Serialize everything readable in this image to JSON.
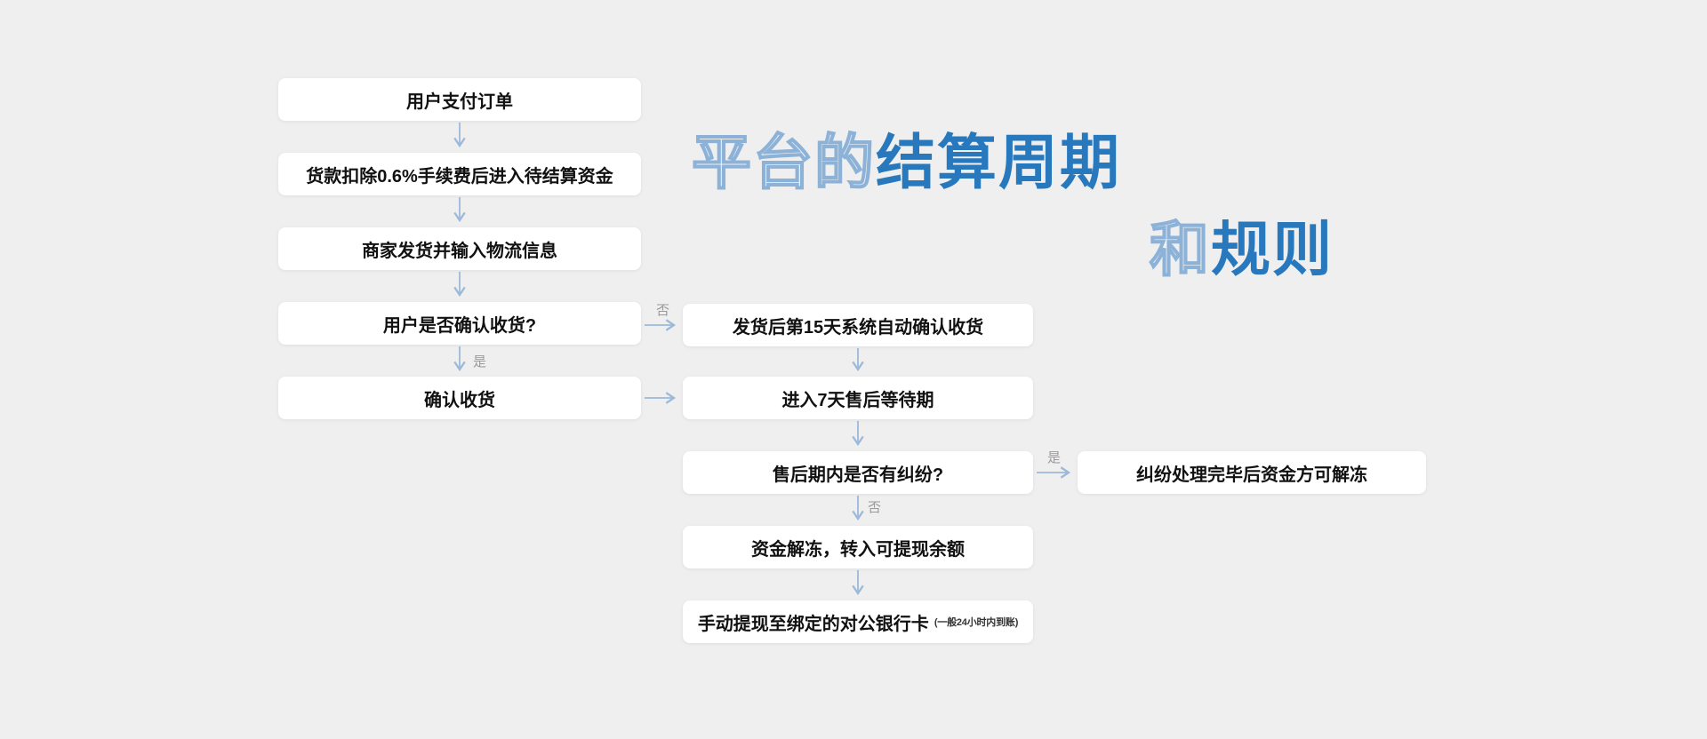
{
  "title": {
    "part1_outline": "平台的",
    "part1_solid": "结算周期",
    "part2_outline": "和",
    "part2_solid": "规则"
  },
  "colors": {
    "background": "#efefef",
    "box_background": "#ffffff",
    "title_solid_blue": "#2878bd",
    "title_outline_blue": "#8db2d8",
    "arrow_blue": "#9cb9da",
    "edge_label_gray": "#9a9a9a"
  },
  "nodes": {
    "pay_order": {
      "label": "用户支付订单"
    },
    "fee": {
      "label": "货款扣除0.6%手续费后进入待结算资金"
    },
    "ship": {
      "label": "商家发货并输入物流信息"
    },
    "confirm_q": {
      "label": "用户是否确认收货?"
    },
    "confirm": {
      "label": "确认收货"
    },
    "auto_confirm": {
      "label": "发货后第15天系统自动确认收货"
    },
    "waiting": {
      "label": "进入7天售后等待期"
    },
    "dispute_q": {
      "label": "售后期内是否有纠纷?"
    },
    "resolved": {
      "label": "纠纷处理完毕后资金方可解冻"
    },
    "unfreeze": {
      "label": "资金解冻，转入可提现余额"
    },
    "withdraw": {
      "label": "手动提现至绑定的对公银行卡",
      "note": "(一般24小时内到账)"
    }
  },
  "edge_labels": {
    "yes": "是",
    "no": "否"
  }
}
